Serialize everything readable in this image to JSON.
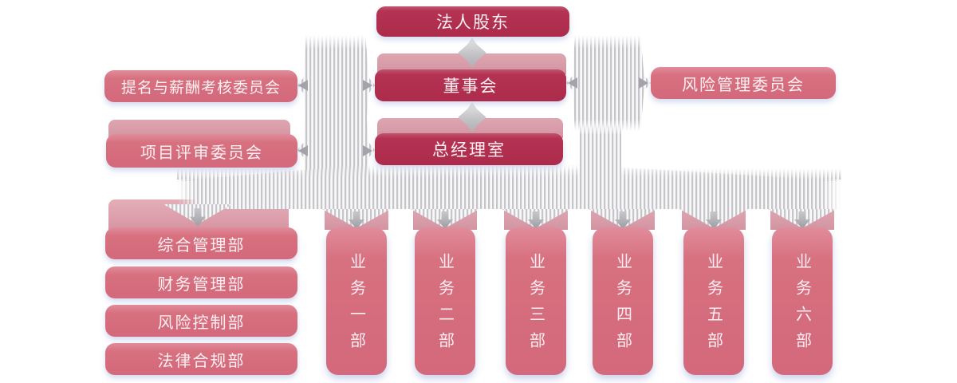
{
  "chart_title": "",
  "colors": {
    "dark_node": "#b23252",
    "pink_node": "#d7707f",
    "echo_band": "#d79aa6",
    "stripe_gray": "#c6c6ca",
    "node_text": "#fdf0f2",
    "background": "#ffffff"
  },
  "nodes": {
    "shareholder": {
      "label": "法人股东"
    },
    "board": {
      "label": "董事会"
    },
    "nomination_committee": {
      "label": "提名与薪酬考核委员会"
    },
    "risk_committee": {
      "label": "风险管理委员会"
    },
    "project_committee": {
      "label": "项目评审委员会"
    },
    "gm_office": {
      "label": "总经理室"
    }
  },
  "departments": [
    {
      "label": "综合管理部"
    },
    {
      "label": "财务管理部"
    },
    {
      "label": "风险控制部"
    },
    {
      "label": "法律合规部"
    }
  ],
  "business_units": [
    {
      "label": "业务一部"
    },
    {
      "label": "业务二部"
    },
    {
      "label": "业务三部"
    },
    {
      "label": "业务四部"
    },
    {
      "label": "业务五部"
    },
    {
      "label": "业务六部"
    }
  ]
}
